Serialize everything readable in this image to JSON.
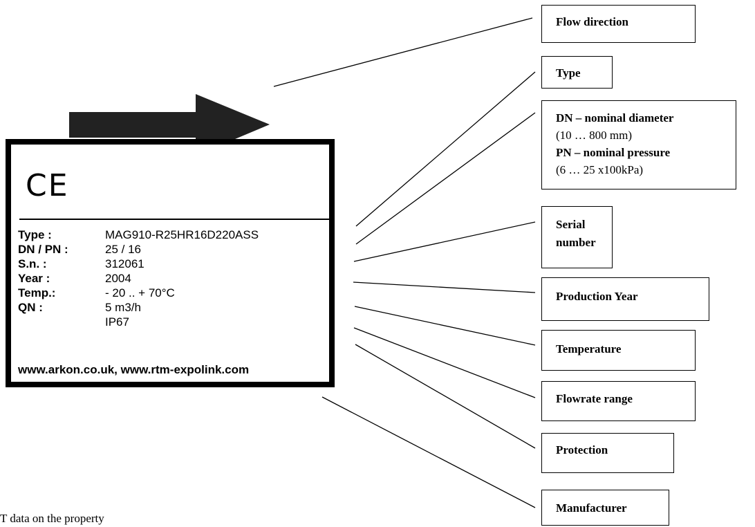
{
  "plate": {
    "ce_mark": "CE",
    "rows": [
      {
        "key": "Type :",
        "value": "MAG910-R25HR16D220ASS"
      },
      {
        "key": "DN / PN :",
        "value": "25 / 16"
      },
      {
        "key": "S.n. :",
        "value": "312061"
      },
      {
        "key": "Year :",
        "value": "2004"
      },
      {
        "key": "Temp.:",
        "value": "- 20 .. + 70°C"
      },
      {
        "key": "QN :",
        "value": "5 m3/h"
      },
      {
        "key": "",
        "value": "IP67"
      }
    ],
    "footer": "www.arkon.co.uk, www.rtm-expolink.com"
  },
  "callouts": {
    "flow_direction": "Flow direction",
    "type": "Type",
    "dn_title": "DN – nominal diameter",
    "dn_range": "(10 … 800 mm)",
    "pn_title": "PN – nominal pressure",
    "pn_range": "(6 … 25   x100kPa)",
    "serial_line1": "Serial",
    "serial_line2": "number",
    "production_year": "Production Year",
    "temperature": "Temperature",
    "flowrate_range": "Flowrate range",
    "protection": "Protection",
    "manufacturer": "Manufacturer"
  },
  "bottom_note": "T     data on the property"
}
